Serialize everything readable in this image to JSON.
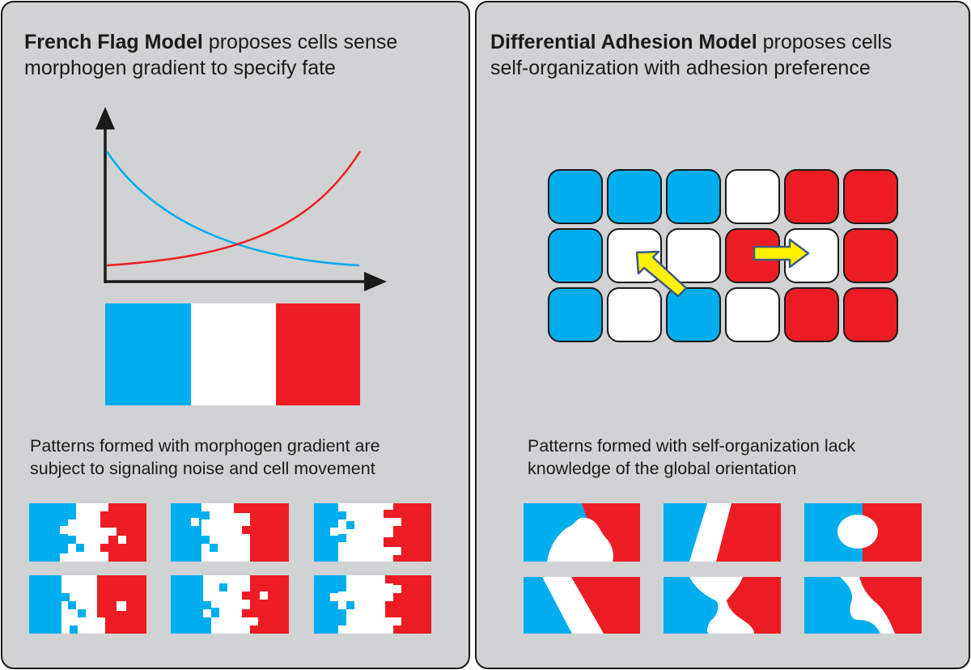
{
  "left": {
    "title_bold": "French Flag Model",
    "title_rest": " proposes cells sense",
    "title_line2": "morphogen gradient to specify fate",
    "caption_line1": "Patterns formed with morphogen gradient are",
    "caption_line2": "subject to signaling noise and cell movement"
  },
  "right": {
    "title_bold": "Differential Adhesion Model",
    "title_rest": " proposes cells",
    "title_line2": "self-organization with adhesion preference",
    "caption_line1": "Patterns formed with self-organization lack",
    "caption_line2": "knowledge of the global orientation"
  },
  "colors": {
    "panel": "#d1d2d4",
    "blue": "#00aeef",
    "white": "#ffffff",
    "red": "#ed1c24",
    "arrow": "#fff200",
    "arrow_outline": "#3d5a80",
    "outline": "#1a1a1a"
  },
  "cell_grid": [
    [
      "blue",
      "blue",
      "blue",
      "white",
      "red",
      "red"
    ],
    [
      "blue",
      "white",
      "white",
      "red",
      "white",
      "red"
    ],
    [
      "blue",
      "white",
      "blue",
      "white",
      "red",
      "red"
    ]
  ],
  "icons": {
    "axes": "axis-arrows",
    "moving_cell": "yellow-arrow"
  }
}
